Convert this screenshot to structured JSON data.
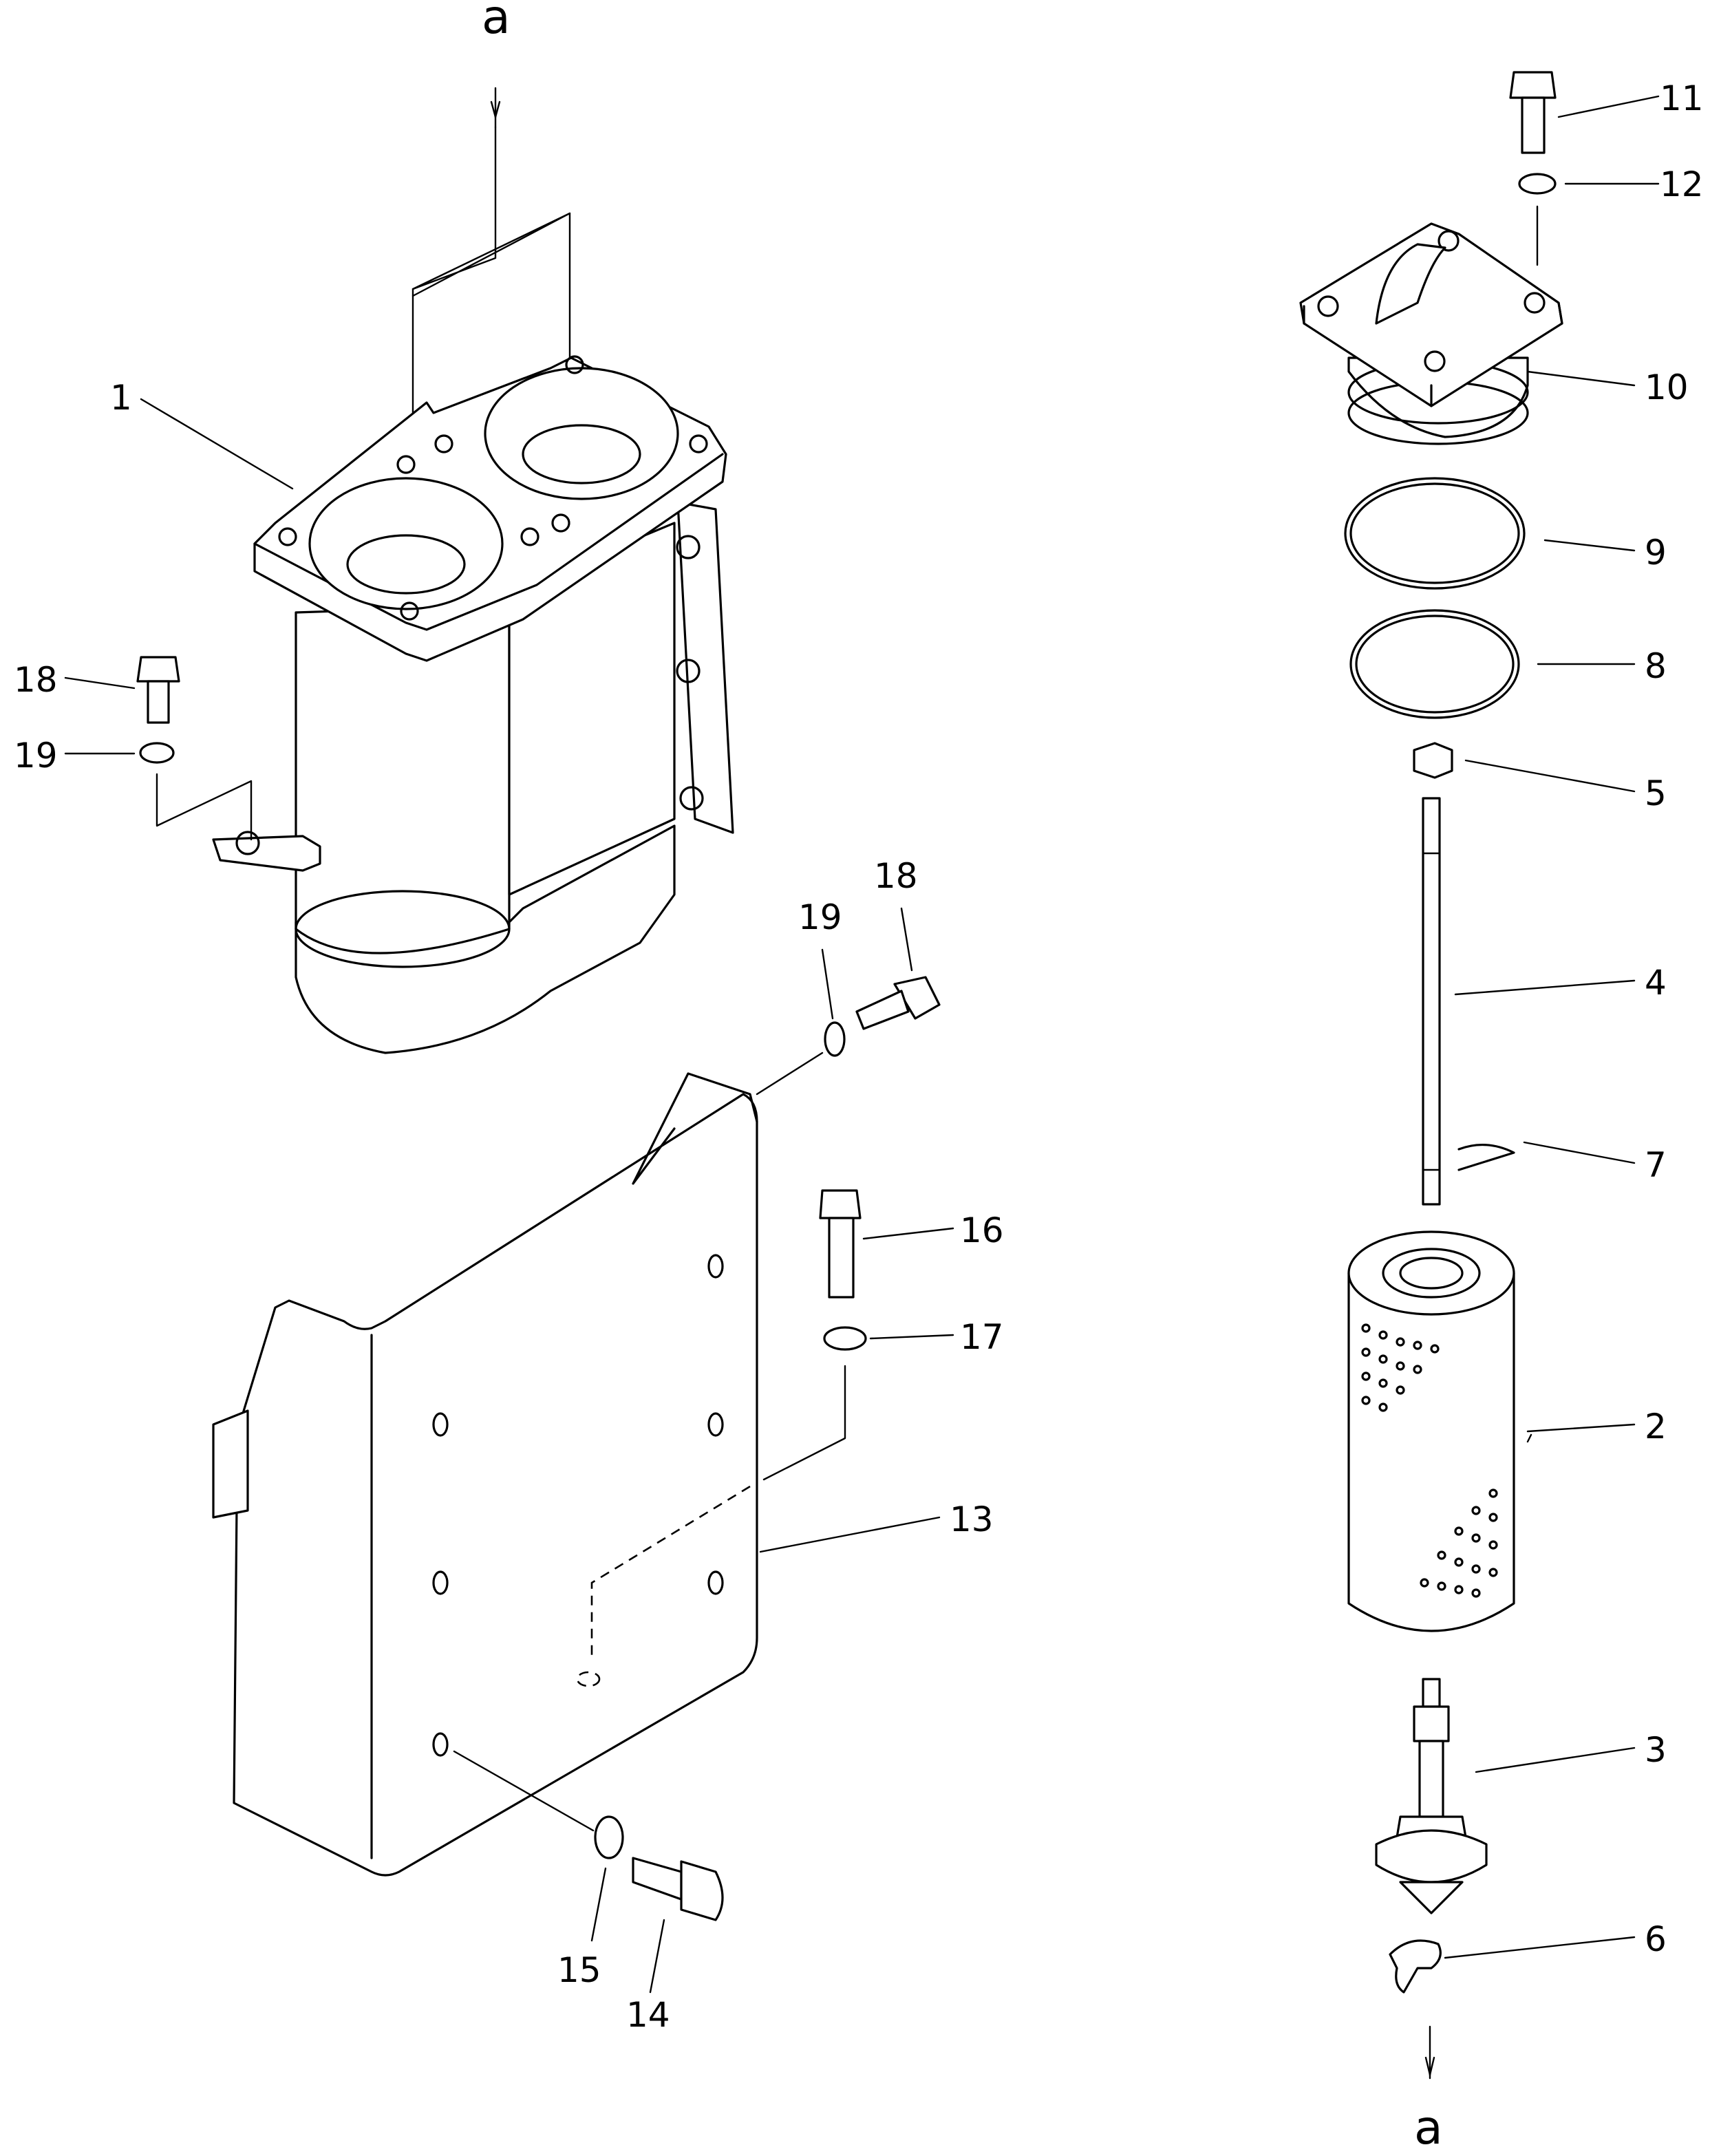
{
  "view_marks": {
    "top": "a",
    "bottom": "a"
  },
  "callouts": [
    {
      "id": "c1",
      "number": "1"
    },
    {
      "id": "c2",
      "number": "2"
    },
    {
      "id": "c3",
      "number": "3"
    },
    {
      "id": "c4",
      "number": "4"
    },
    {
      "id": "c5",
      "number": "5"
    },
    {
      "id": "c6",
      "number": "6"
    },
    {
      "id": "c7",
      "number": "7"
    },
    {
      "id": "c8",
      "number": "8"
    },
    {
      "id": "c9",
      "number": "9"
    },
    {
      "id": "c10",
      "number": "10"
    },
    {
      "id": "c11",
      "number": "11"
    },
    {
      "id": "c12",
      "number": "12"
    },
    {
      "id": "c13",
      "number": "13"
    },
    {
      "id": "c14",
      "number": "14"
    },
    {
      "id": "c15",
      "number": "15"
    },
    {
      "id": "c16",
      "number": "16"
    },
    {
      "id": "c17",
      "number": "17"
    },
    {
      "id": "c18a",
      "number": "18"
    },
    {
      "id": "c19a",
      "number": "19"
    },
    {
      "id": "c18b",
      "number": "18"
    },
    {
      "id": "c19b",
      "number": "19"
    }
  ]
}
